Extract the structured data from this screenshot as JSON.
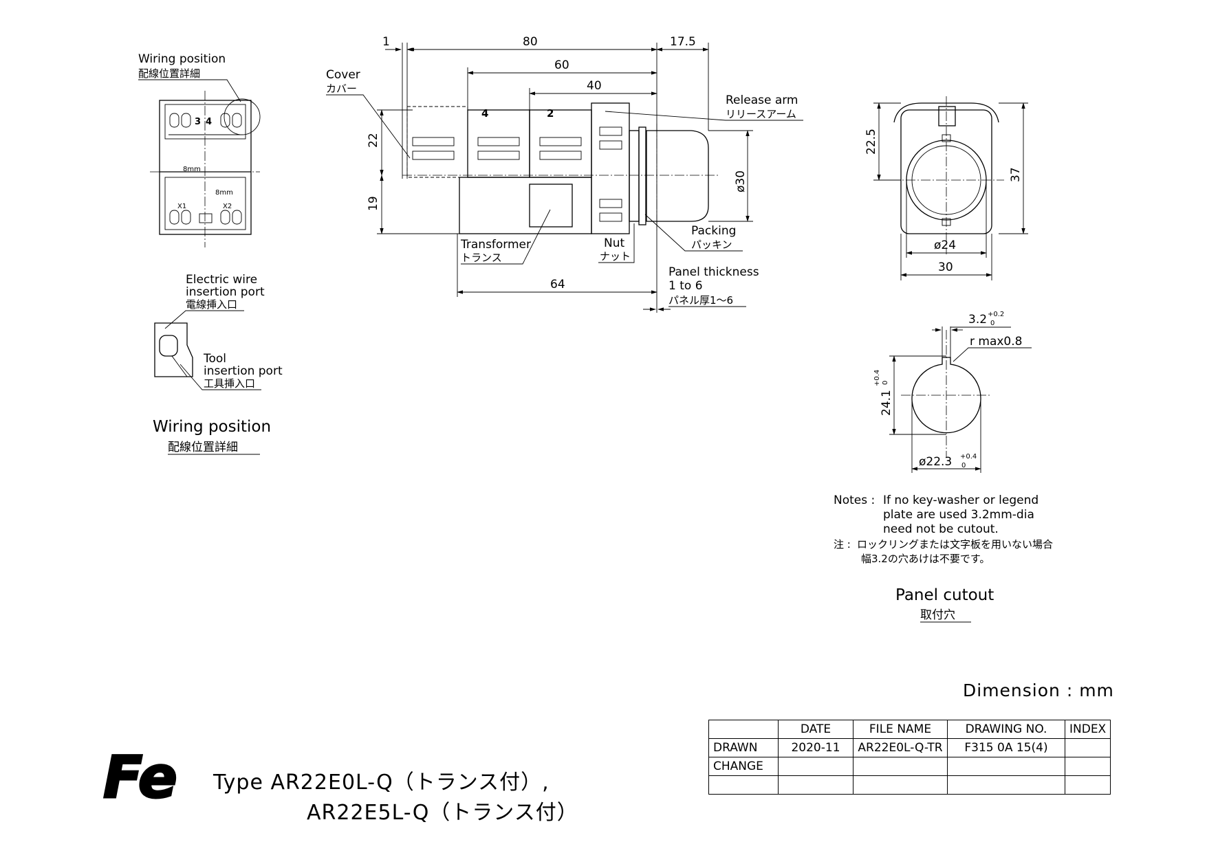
{
  "wiring_detail": {
    "title_en": "Wiring position",
    "title_ja": "配線位置詳細",
    "terminal_labels": [
      "3",
      "4"
    ],
    "coil_labels": [
      "X1",
      "X2"
    ],
    "small_marks": [
      "8mm",
      "8mm"
    ],
    "wire_port_en": [
      "Electric wire",
      "insertion port"
    ],
    "wire_port_ja": "電線挿入口",
    "tool_port_en": [
      "Tool",
      "insertion port"
    ],
    "tool_port_ja": "工具挿入口",
    "caption_en": "Wiring position",
    "caption_ja": "配線位置詳細"
  },
  "side_view": {
    "dims": {
      "d1": "1",
      "d80": "80",
      "d17_5": "17.5",
      "d60": "60",
      "d40": "40",
      "d22": "22",
      "d19": "19",
      "d30dia": "ø30",
      "d64": "64"
    },
    "block_labels": [
      "4",
      "2"
    ],
    "cover_en": "Cover",
    "cover_ja": "カバー",
    "release_en": "Release arm",
    "release_ja": "リリースアーム",
    "packing_en": "Packing",
    "packing_ja": "パッキン",
    "transformer_en": "Transformer",
    "transformer_ja": "トランス",
    "nut_en": "Nut",
    "nut_ja": "ナット",
    "panel_en": [
      "Panel thickness",
      "1 to 6"
    ],
    "panel_ja": "パネル厚1～6"
  },
  "front_view": {
    "dims": {
      "d22_5": "22.5",
      "d37": "37",
      "d24dia": "ø24",
      "d30": "30"
    }
  },
  "panel_cutout": {
    "dim_slot": "3.2",
    "dim_slot_tol": [
      "+0.2",
      "0"
    ],
    "dim_radius": "r max0.8",
    "dim_height": "24.1",
    "dim_height_tol": [
      "+0.4",
      "0"
    ],
    "dim_dia": "ø22.3",
    "dim_dia_tol": [
      "+0.4",
      "0"
    ],
    "notes_label": "Notes :",
    "notes_en": [
      "If no key-washer or legend",
      "plate are used 3.2mm-dia",
      "need not be cutout."
    ],
    "notes_ja_label": "注 :",
    "notes_ja": [
      "ロックリングまたは文字板を用いない場合",
      "幅3.2の穴あけは不要です。"
    ],
    "caption_en": "Panel cutout",
    "caption_ja": "取付穴"
  },
  "dimension_unit": "Dimension : mm",
  "title": {
    "logo_text": "Fe",
    "line1": "Type  AR22E0L-Q（トランス付）,",
    "line2": "AR22E5L-Q（トランス付）"
  },
  "title_block": {
    "headers": [
      "",
      "DATE",
      "FILE NAME",
      "DRAWING NO.",
      "INDEX"
    ],
    "rows": [
      [
        "DRAWN",
        "2020-11",
        "AR22E0L-Q-TR",
        "F315 0A 15(4)",
        ""
      ],
      [
        "CHANGE",
        "",
        "",
        "",
        ""
      ],
      [
        "",
        "",
        "",
        "",
        ""
      ]
    ]
  }
}
